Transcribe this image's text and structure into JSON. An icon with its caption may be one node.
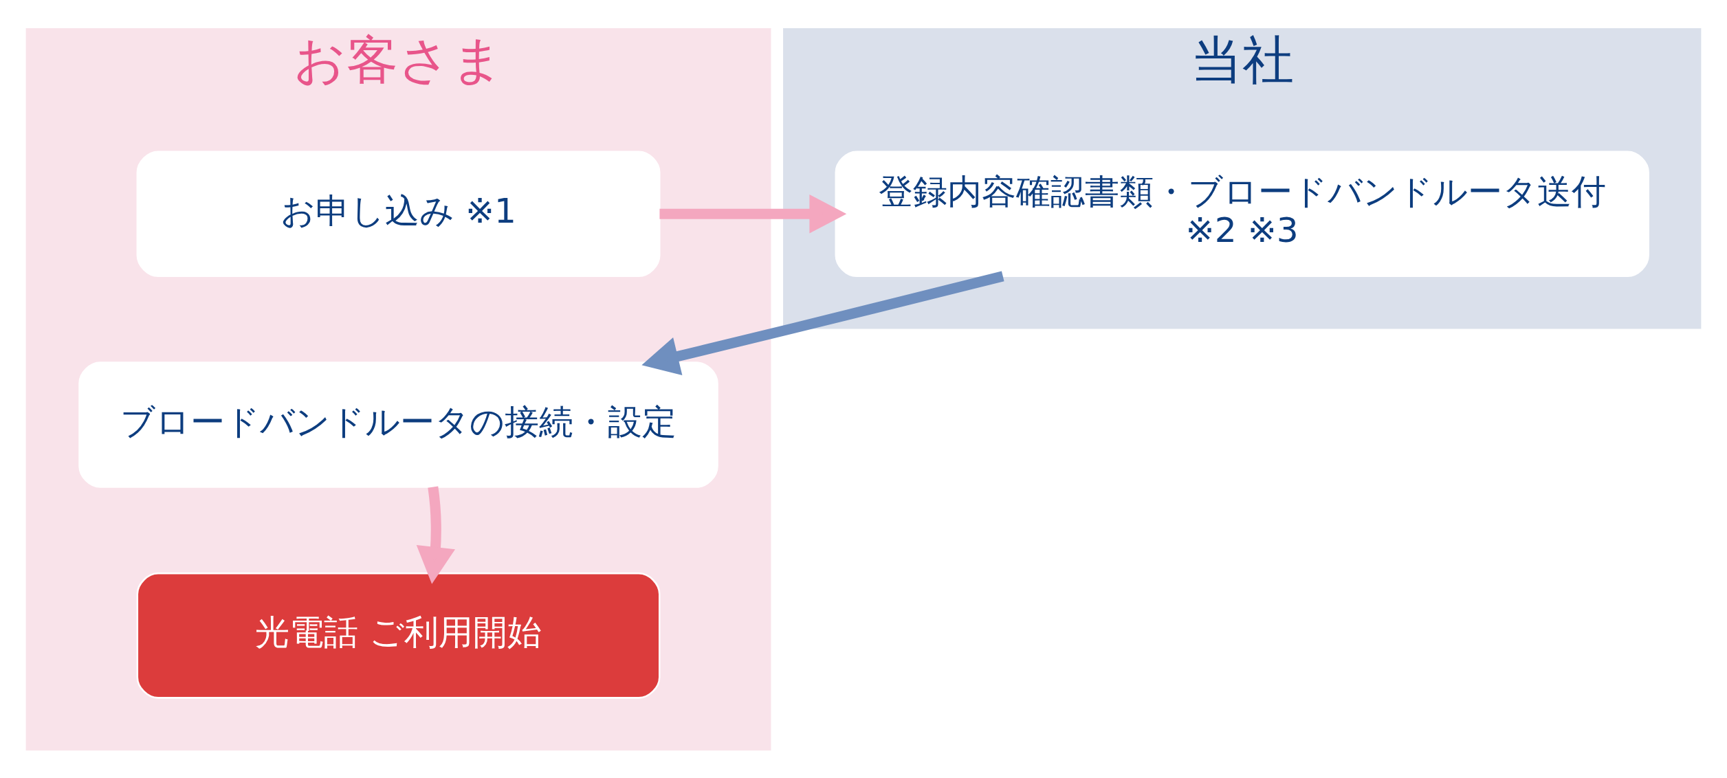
{
  "diagram": {
    "nodes": [
      {
        "text": [
          "お客さま"
        ]
      },
      {
        "text": [
          "お申し込み ※1"
        ],
        "in": 0
      },
      {
        "text": [
          "ブロードバンドルータの接続・設定"
        ],
        "in": 0
      },
      {
        "text": [
          "光電話 ご利用開始"
        ],
        "in": 0
      },
      {
        "text": [
          "当社"
        ]
      },
      {
        "text": [
          "登録内容確認書類・ブロードバンドルータ送付",
          "※2 ※3"
        ],
        "in": 4
      }
    ],
    "edges": [
      {
        "from": 1,
        "to": 5,
        "arrow": "to"
      },
      {
        "from": 5,
        "to": 2,
        "arrow": "to",
        "color": "#6f8fbf"
      },
      {
        "from": 2,
        "to": 3,
        "arrow": "to"
      }
    ]
  }
}
